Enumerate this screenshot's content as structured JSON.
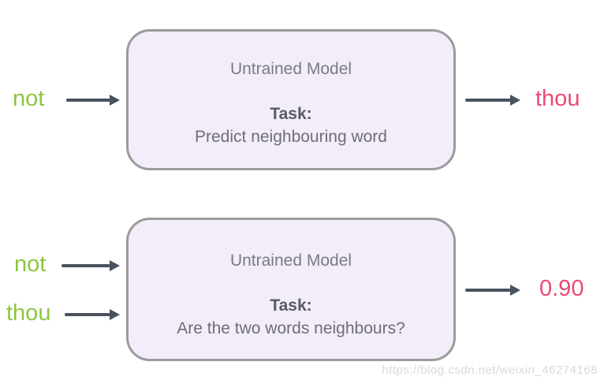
{
  "colors": {
    "green": "#8cc63f",
    "pink": "#ec4a72",
    "arrow": "#4a515e",
    "boxfill": "#f2edf8",
    "boxborder": "#9b9b9b"
  },
  "diagram1": {
    "input": "not",
    "box": {
      "title": "Untrained Model",
      "task_label": "Task:",
      "task_description": "Predict neighbouring word"
    },
    "output": "thou"
  },
  "diagram2": {
    "inputs": [
      "not",
      "thou"
    ],
    "box": {
      "title": "Untrained Model",
      "task_label": "Task:",
      "task_description": "Are the two words neighbours?"
    },
    "output": "0.90"
  },
  "watermark": "https://blog.csdn.net/weixin_46274168"
}
